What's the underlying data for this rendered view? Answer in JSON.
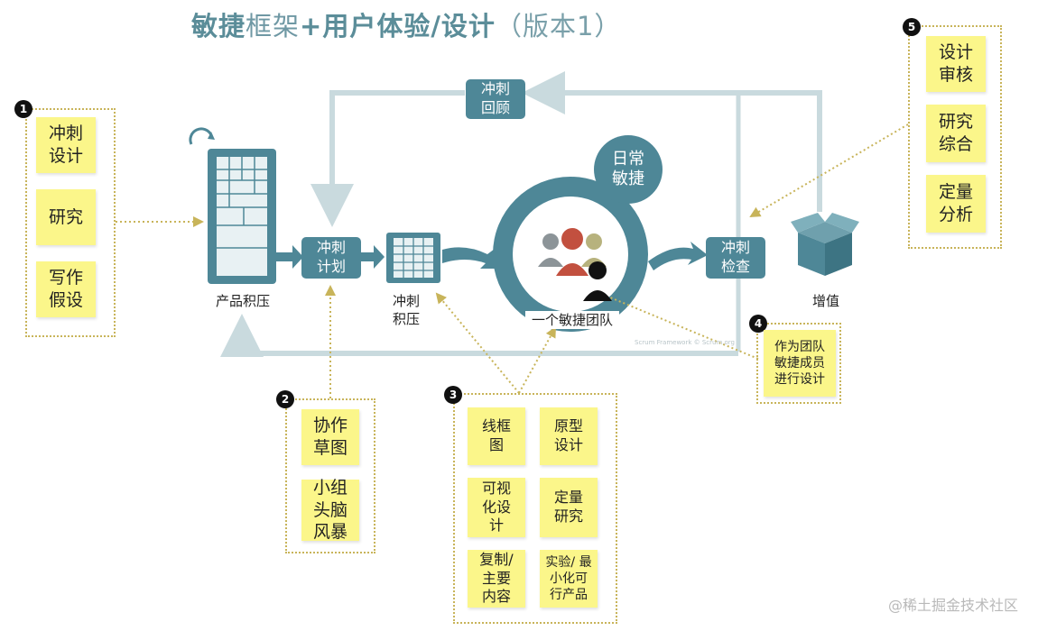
{
  "title": {
    "part1": "敏捷",
    "part2": "框架",
    "part3": "+用户体验/设计",
    "part4": "（版本1）"
  },
  "colors": {
    "teal": "#4e8797",
    "sticky": "#fbf68a",
    "dotted_border": "#c8b45a",
    "title": "#5b8d99"
  },
  "process": {
    "product_backlog": "产品积压",
    "sprint_planning": "冲刺\n计划",
    "sprint_backlog": "冲刺\n积压",
    "daily_agile": "日常\n敏捷",
    "agile_team": "一个敏捷团队",
    "sprint_review": "冲刺\n检查",
    "sprint_retro": "冲刺\n回顾",
    "increment": "增值",
    "copyright": "Scrum Framework © Scrum.org"
  },
  "groups": [
    {
      "badge": "1",
      "items": [
        "冲刺\n设计",
        "研究",
        "写作\n假设"
      ]
    },
    {
      "badge": "2",
      "items": [
        "协作\n草图",
        "小组\n头脑\n风暴"
      ]
    },
    {
      "badge": "3",
      "items": [
        "线框\n图",
        "原型\n设计",
        "可视\n化设\n计",
        "定量\n研究",
        "复制/\n主要\n内容",
        "实验/ 最\n小化可\n行产品"
      ]
    },
    {
      "badge": "4",
      "items": [
        "作为团队\n敏捷成员\n进行设计"
      ]
    },
    {
      "badge": "5",
      "items": [
        "设计\n审核",
        "研究\n综合",
        "定量\n分析"
      ]
    }
  ],
  "icons": [
    "refresh-icon",
    "backlog-board-icon",
    "grid-board-icon",
    "team-people-icon",
    "box-icon"
  ],
  "watermark": "@稀土掘金技术社区"
}
